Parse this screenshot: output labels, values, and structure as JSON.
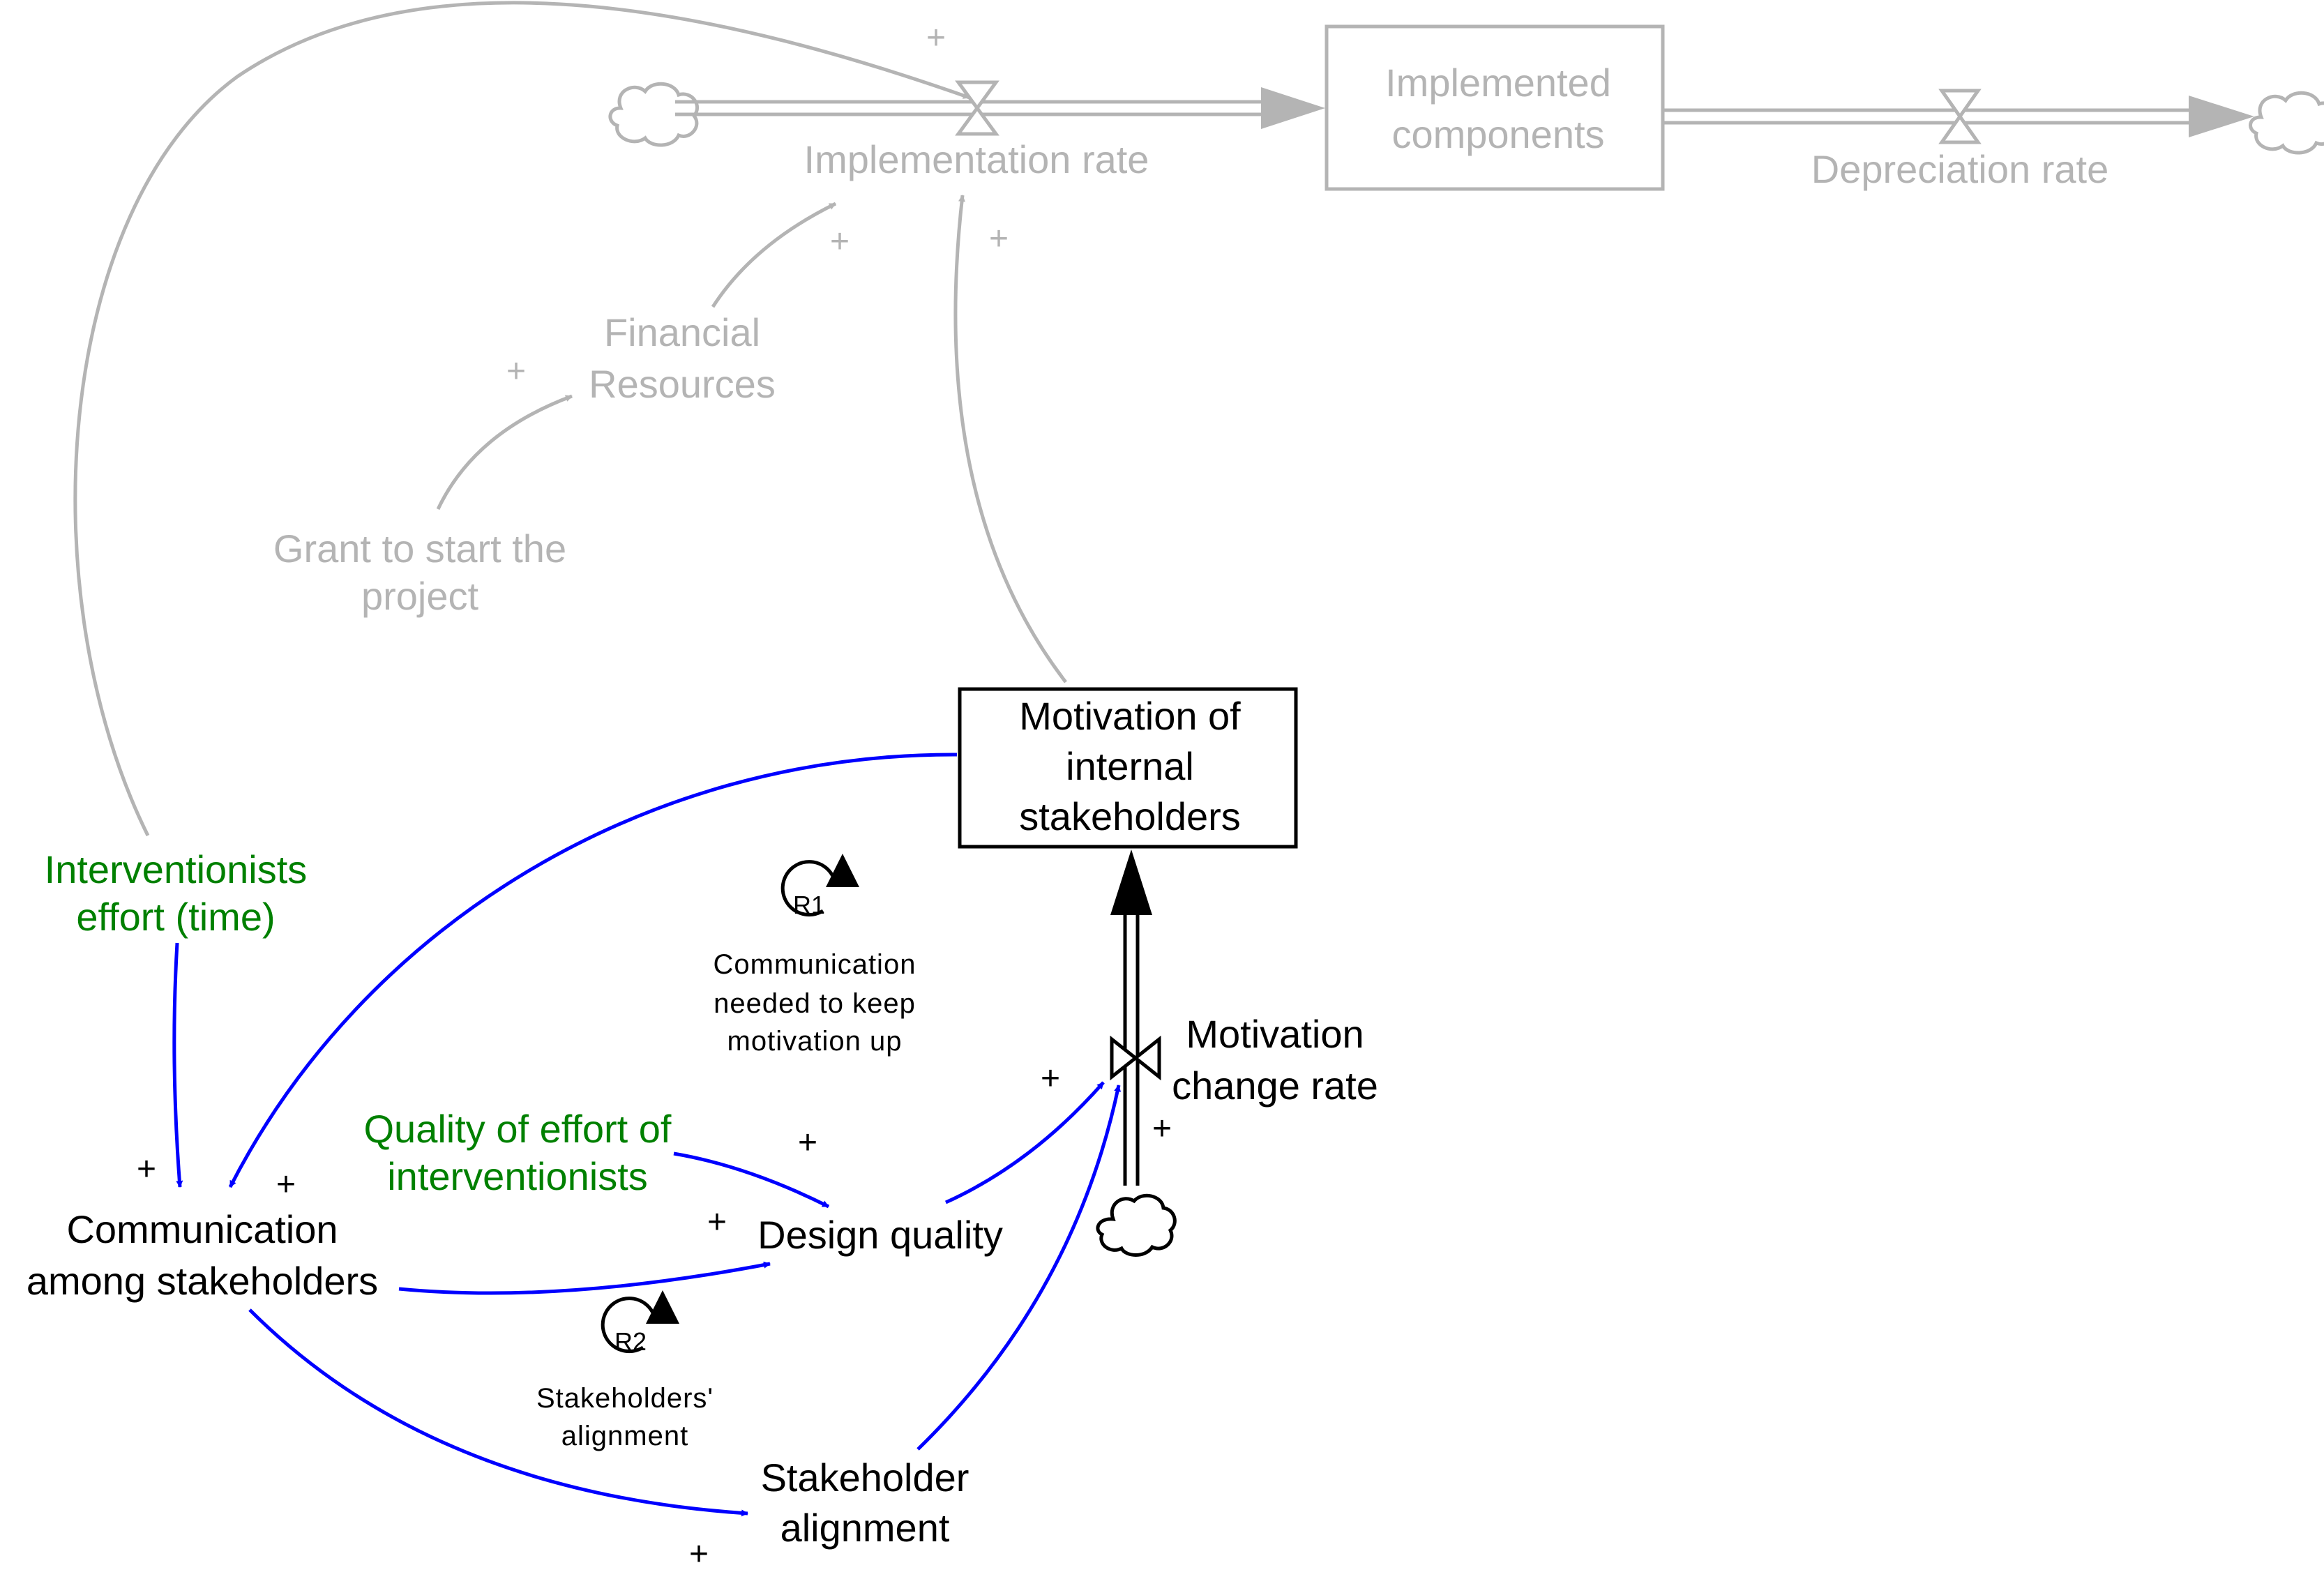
{
  "colors": {
    "black": "#000000",
    "grey": "#b4b4b4",
    "blue": "#0000ff",
    "green": "#008000"
  },
  "grey_part": {
    "implementation_rate": "Implementation rate",
    "implemented_components": [
      "Implemented",
      "components"
    ],
    "depreciation_rate": "Depreciation rate",
    "financial_resources": [
      "Financial",
      "Resources"
    ],
    "grant": [
      "Grant to start the",
      "project"
    ]
  },
  "motivation_stock": [
    "Motivation of",
    "internal",
    "stakeholders"
  ],
  "motivation_change_rate": [
    "Motivation",
    "change rate"
  ],
  "interventionists_effort": [
    "Interventionists",
    "effort (time)"
  ],
  "quality_of_effort": [
    "Quality of effort of",
    "interventionists"
  ],
  "communication": [
    "Communication",
    "among stakeholders"
  ],
  "design_quality": "Design quality",
  "stakeholder_alignment": [
    "Stakeholder",
    "alignment"
  ],
  "loop_r1": {
    "tag": "R1",
    "text": [
      "Communication",
      "needed to keep",
      "motivation up"
    ]
  },
  "loop_r2": {
    "tag": "R2",
    "text": [
      "Stakeholders'",
      "alignment"
    ]
  },
  "polarity": "+",
  "icons": [
    "cloud-icon",
    "valve-icon",
    "loop-icon"
  ]
}
